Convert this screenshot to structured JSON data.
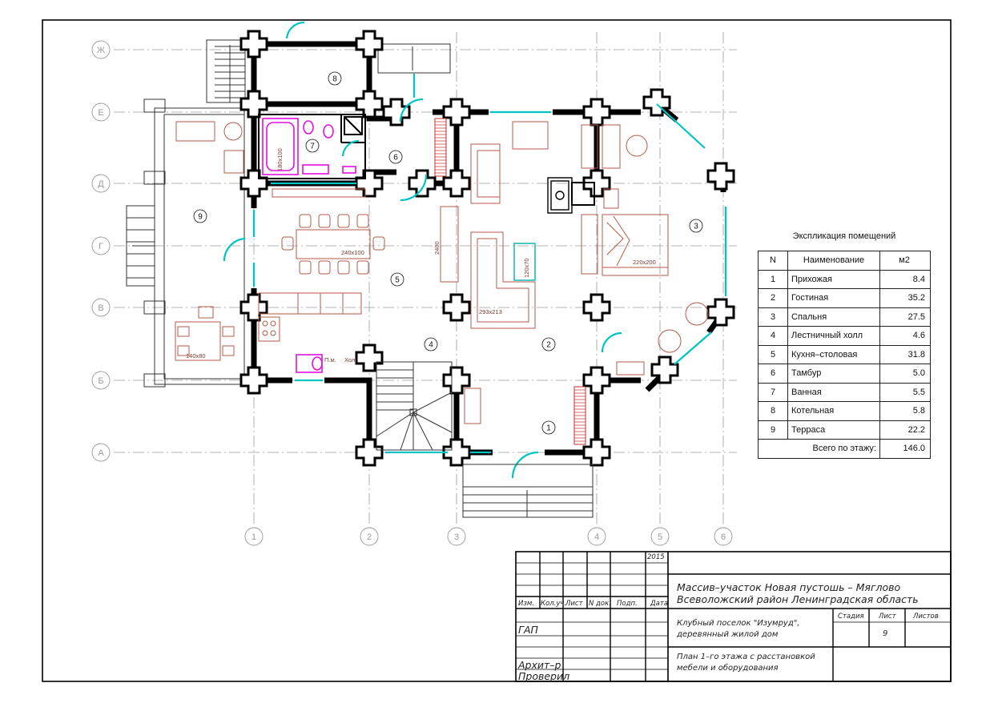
{
  "axes": {
    "rows": [
      "Ж",
      "Е",
      "Д",
      "Г",
      "В",
      "Б",
      "А"
    ],
    "cols": [
      "1",
      "2",
      "3",
      "4",
      "5",
      "6"
    ]
  },
  "room_numbers": [
    "1",
    "2",
    "3",
    "4",
    "5",
    "6",
    "7",
    "8",
    "9"
  ],
  "furniture_labels": {
    "bath": "180x100",
    "dining_table": "240x100",
    "stair_dim": "2400",
    "sofa": "293x213",
    "coffee_table": "120x70",
    "bed": "220x200",
    "terrace_table": "140x80",
    "dishwasher": "П.м.",
    "fridge": "Хол."
  },
  "explication": {
    "title": "Экспликация помещений",
    "headers": [
      "N",
      "Наименование",
      "м2"
    ],
    "rows": [
      {
        "n": "1",
        "name": "Прихожая",
        "area": "8.4"
      },
      {
        "n": "2",
        "name": "Гостиная",
        "area": "35.2"
      },
      {
        "n": "3",
        "name": "Спальня",
        "area": "27.5"
      },
      {
        "n": "4",
        "name": "Лестничный холл",
        "area": "4.6"
      },
      {
        "n": "5",
        "name": "Кухня–столовая",
        "area": "31.8"
      },
      {
        "n": "6",
        "name": "Тамбур",
        "area": "5.0"
      },
      {
        "n": "7",
        "name": "Ванная",
        "area": "5.5"
      },
      {
        "n": "8",
        "name": "Котельная",
        "area": "5.8"
      },
      {
        "n": "9",
        "name": "Терраса",
        "area": "22.2"
      }
    ],
    "total_label": "Всего по этажу:",
    "total": "146.0"
  },
  "title_block": {
    "year": "2015",
    "project_line1": "Массив–участок Новая пустошь – Мяглово",
    "project_line2": "Всеволожский район Ленинградская область",
    "columns": [
      "Изм.",
      "Кол.уч.",
      "Лист",
      "N док.",
      "Подп.",
      "Дата"
    ],
    "gap": "ГАП",
    "architect": "Архит–р",
    "checked": "Проверил",
    "object_line1": "Клубный поселок \"Изумруд\",",
    "object_line2": "деревянный жилой дом",
    "stage": "Стадия",
    "sheet": "Лист",
    "sheets": "Листов",
    "sheet_no": "9",
    "drawing_line1": "План 1–го этажа с расстановкой",
    "drawing_line2": "мебели и оборудования"
  },
  "colors": {
    "walls": "#000000",
    "furniture": "#b05a4a",
    "windows": "#00c8c8",
    "plumbing": "#e010e0",
    "grid": "#999999"
  }
}
